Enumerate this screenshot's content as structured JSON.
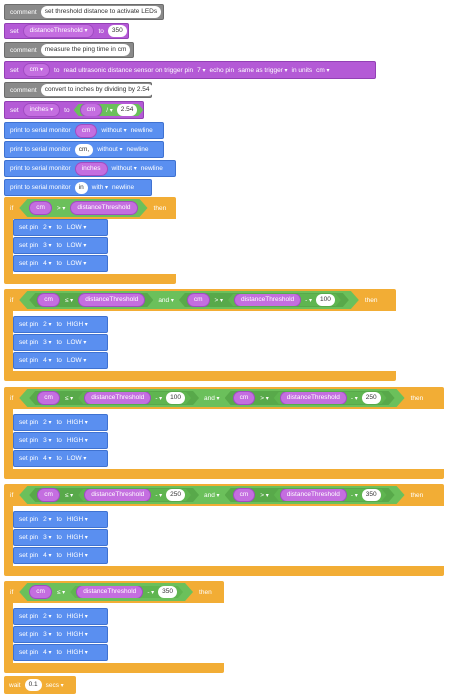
{
  "blocks": {
    "c1": {
      "kw": "comment",
      "text": "set threshold distance to activate LEDs"
    },
    "set1": {
      "kw": "set",
      "var": "distanceThreshold",
      "to": "to",
      "val": "350"
    },
    "c2": {
      "kw": "comment",
      "text": "measure the ping time in cm"
    },
    "set2": {
      "kw": "set",
      "var": "cm",
      "to": "to",
      "read": "read ultrasonic distance sensor on trigger pin",
      "pin": "7",
      "echo": "echo pin",
      "echo_val": "same as trigger",
      "units": "in units",
      "unit_val": "cm"
    },
    "c3": {
      "kw": "comment",
      "text": "convert to inches by dividing by 2.54"
    },
    "set3": {
      "kw": "set",
      "var": "inches",
      "to": "to",
      "a": "cm",
      "op": "/",
      "b": "2.54"
    },
    "p1": {
      "kw": "print to serial monitor",
      "val": "cm",
      "mode": "without",
      "nl": "newline"
    },
    "p2": {
      "kw": "print to serial monitor",
      "val": "cm,",
      "mode": "without",
      "nl": "newline"
    },
    "p3": {
      "kw": "print to serial monitor",
      "val": "inches",
      "mode": "without",
      "nl": "newline"
    },
    "p4": {
      "kw": "print to serial monitor",
      "val": "in",
      "mode": "with",
      "nl": "newline"
    }
  },
  "common": {
    "if": "if",
    "then": "then",
    "and": "and",
    "set_pin": "set pin",
    "to": "to",
    "cm": "cm",
    "thr": "distanceThreshold",
    "gt": ">",
    "le": "≤",
    "minus": "-"
  },
  "if1": {
    "op": ">",
    "pins": [
      {
        "pin": "2",
        "level": "LOW"
      },
      {
        "pin": "3",
        "level": "LOW"
      },
      {
        "pin": "4",
        "level": "LOW"
      }
    ]
  },
  "if2": {
    "op1": "≤",
    "op2": ">",
    "sub": "100",
    "pins": [
      {
        "pin": "2",
        "level": "HIGH"
      },
      {
        "pin": "3",
        "level": "LOW"
      },
      {
        "pin": "4",
        "level": "LOW"
      }
    ]
  },
  "if3": {
    "op1": "≤",
    "sub1": "100",
    "op2": ">",
    "sub2": "250",
    "pins": [
      {
        "pin": "2",
        "level": "HIGH"
      },
      {
        "pin": "3",
        "level": "HIGH"
      },
      {
        "pin": "4",
        "level": "LOW"
      }
    ]
  },
  "if4": {
    "op1": "≤",
    "sub1": "250",
    "op2": ">",
    "sub2": "350",
    "pins": [
      {
        "pin": "2",
        "level": "HIGH"
      },
      {
        "pin": "3",
        "level": "HIGH"
      },
      {
        "pin": "4",
        "level": "HIGH"
      }
    ]
  },
  "if5": {
    "op": "≤",
    "sub": "350",
    "pins": [
      {
        "pin": "2",
        "level": "HIGH"
      },
      {
        "pin": "3",
        "level": "HIGH"
      },
      {
        "pin": "4",
        "level": "HIGH"
      }
    ]
  },
  "wait": {
    "kw": "wait",
    "val": "0.1",
    "unit": "secs"
  },
  "colors": {
    "comment": "#8a8a8a",
    "variable": "#b45ad6",
    "output": "#5a8ff0",
    "control": "#f2ad35",
    "math": "#6bc05b"
  }
}
